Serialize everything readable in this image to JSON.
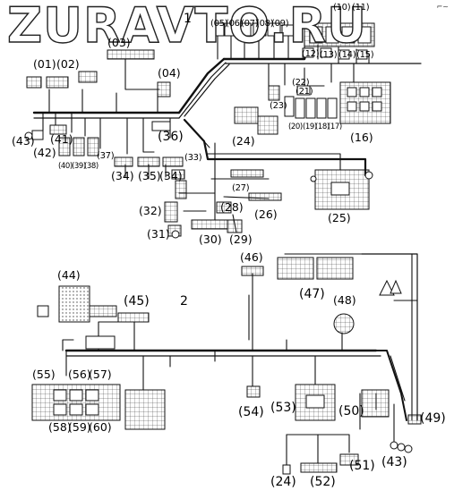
{
  "watermark": "ZURAVTO.RU",
  "corner_mark": "⌐~",
  "harness_labels": {
    "top": "1",
    "bottom": "2"
  },
  "callouts": {
    "c01": "(01)",
    "c02": "(02)",
    "c03": "(03)",
    "c04": "(04)",
    "c05": "(05)",
    "c06": "(06)",
    "c07": "(07)",
    "c08": "(08)",
    "c09": "(09)",
    "c10": "(10)",
    "c11": "(11)",
    "c12": "(12)",
    "c13": "(13)",
    "c14": "(14)",
    "c15": "(15)",
    "c16": "(16)",
    "c17": "(17)",
    "c18": "(18)",
    "c19": "(19)",
    "c20": "(20)",
    "c21": "(21)",
    "c22": "(22)",
    "c23": "(23)",
    "c24": "(24)",
    "c25": "(25)",
    "c26": "(26)",
    "c27": "(27)",
    "c28": "(28)",
    "c29": "(29)",
    "c30": "(30)",
    "c31": "(31)",
    "c32": "(32)",
    "c33": "(33)",
    "c34": "(34)",
    "c35": "(35)",
    "c36": "(36)",
    "c37": "(37)",
    "c38": "(38)",
    "c39": "(39)",
    "c40": "(40)",
    "c41": "(41)",
    "c42": "(42)",
    "c43": "(43)",
    "c44": "(44)",
    "c45": "(45)",
    "c46": "(46)",
    "c47": "(47)",
    "c48": "(48)",
    "c49": "(49)",
    "c50": "(50)",
    "c51": "(51)",
    "c52": "(52)",
    "c53": "(53)",
    "c54": "(54)",
    "c55": "(55)",
    "c56": "(56)",
    "c57": "(57)",
    "c58": "(58)",
    "c59": "(59)",
    "c60": "(60)"
  },
  "colors": {
    "line": "#111111",
    "background": "#ffffff",
    "fill_light": "#e8e8e8"
  }
}
